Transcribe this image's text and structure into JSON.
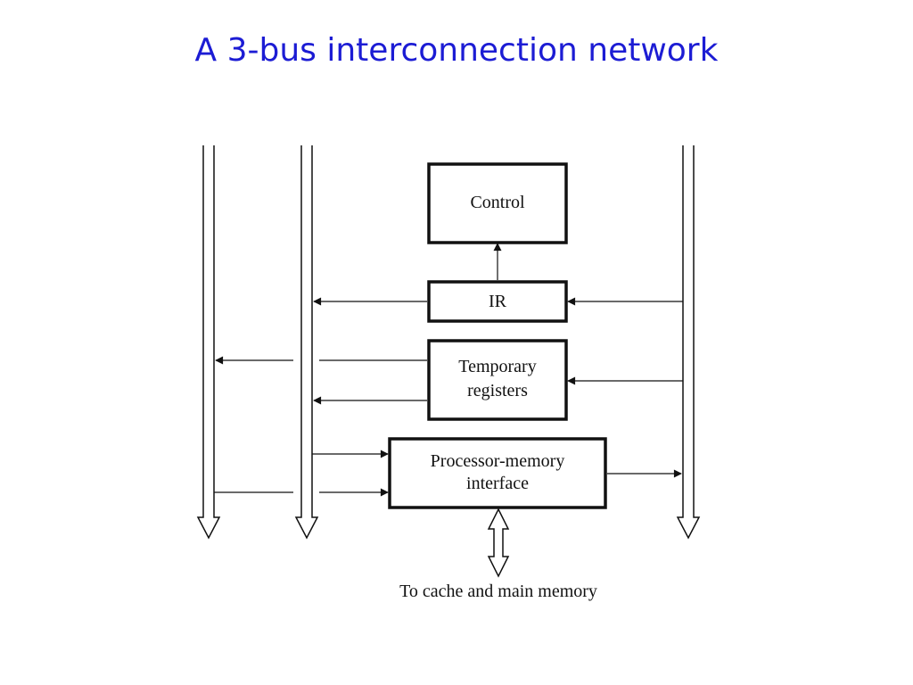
{
  "title": "A 3-bus interconnection network",
  "blocks": {
    "control": "Control",
    "ir": "IR",
    "temp_line1": "Temporary",
    "temp_line2": "registers",
    "pmi_line1": "Processor-memory",
    "pmi_line2": "interface"
  },
  "caption": "To cache and main memory"
}
